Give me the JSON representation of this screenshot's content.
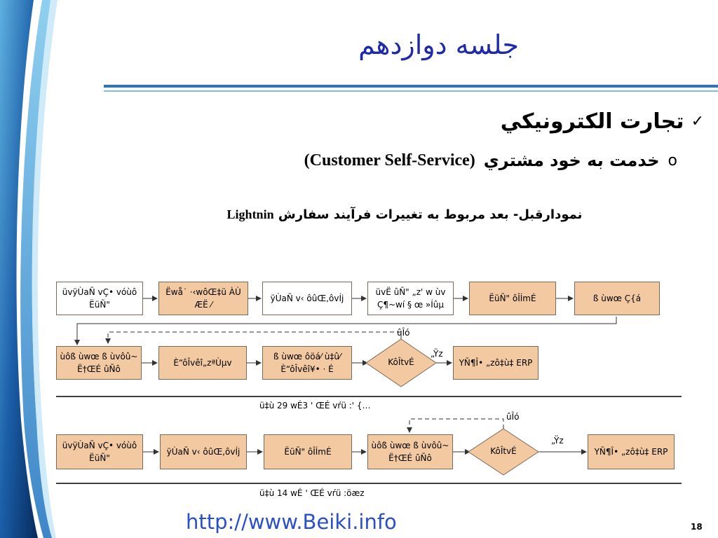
{
  "slide": {
    "title": "جلسه دوازدهم",
    "bullet1_text": "تجارت الكترونيكي",
    "bullet2_text_fa": "خدمت به خود مشتري",
    "bullet2_text_en": "(Customer Self-Service)",
    "caption_fa": "نمودارقبل- بعد مربوط به تغييرات فرآيند سفارش",
    "caption_en": "Lightnin",
    "url": "http://www.Beiki.info",
    "page_number": "18"
  },
  "icons": {
    "bullet1": "check-mark-icon",
    "bullet2": "hollow-circle-bullet-icon"
  },
  "colors": {
    "title": "#1f2aa8",
    "box_fill": "#f2c9a1",
    "decor_blue": "#0b3a7a",
    "url": "#2b4ec9"
  },
  "diagram": {
    "before": {
      "row1": [
        "üvÿÙaÑ vÇ• vóùô ËüÑ\"",
        "Ëwå˙ ·‹wôŒ‡ü ÀÙ ÆË ⁄",
        "ÿÙaÑ v‹ ôûŒ‚ôvÍj",
        "üvË ûÑ\" „z' w ùv Ç¶~wí § œ »Íûµ",
        "ËüÑ\" ôÎÍmÉ",
        "ß ùwœ Ç{á"
      ],
      "row2": [
        "ùôß ùwœ ß ùvôû~ Ë†ŒÉ ûÑô",
        "È“ôÎvêî„zªÙµv",
        "ß ùwœ ôöá⁄ ù‡û⁄ È“ôÎvêî¥• · É",
        "KôÎtvÉ",
        "YÑ¶Î• „zô‡ù‡ ERP"
      ],
      "decision_label_top": "ûÎó",
      "decision_label_right": "„Ÿz",
      "summary": "ü‡ù 29 wÉ3 ' ŒÉ vŕü :' {…"
    },
    "after": {
      "row": [
        "üvÿÙaÑ vÇ• vóùô ËüÑ\"",
        "ÿÙaÑ v‹ ôûŒ‚ôvÍj",
        "ËüÑ\" ôÎÍmÉ",
        "ùôß ùwœ ß ùvôû~ Ë†ŒÉ ûÑô",
        "KôÎtvÉ",
        "YÑ¶Î• „zô‡ù‡ ERP"
      ],
      "decision_label_top": "ûÎó",
      "decision_label_right": "„Ÿz",
      "summary": "ü‡ù 14 wÉ ' ŒÉ vŕü :öæz"
    }
  }
}
